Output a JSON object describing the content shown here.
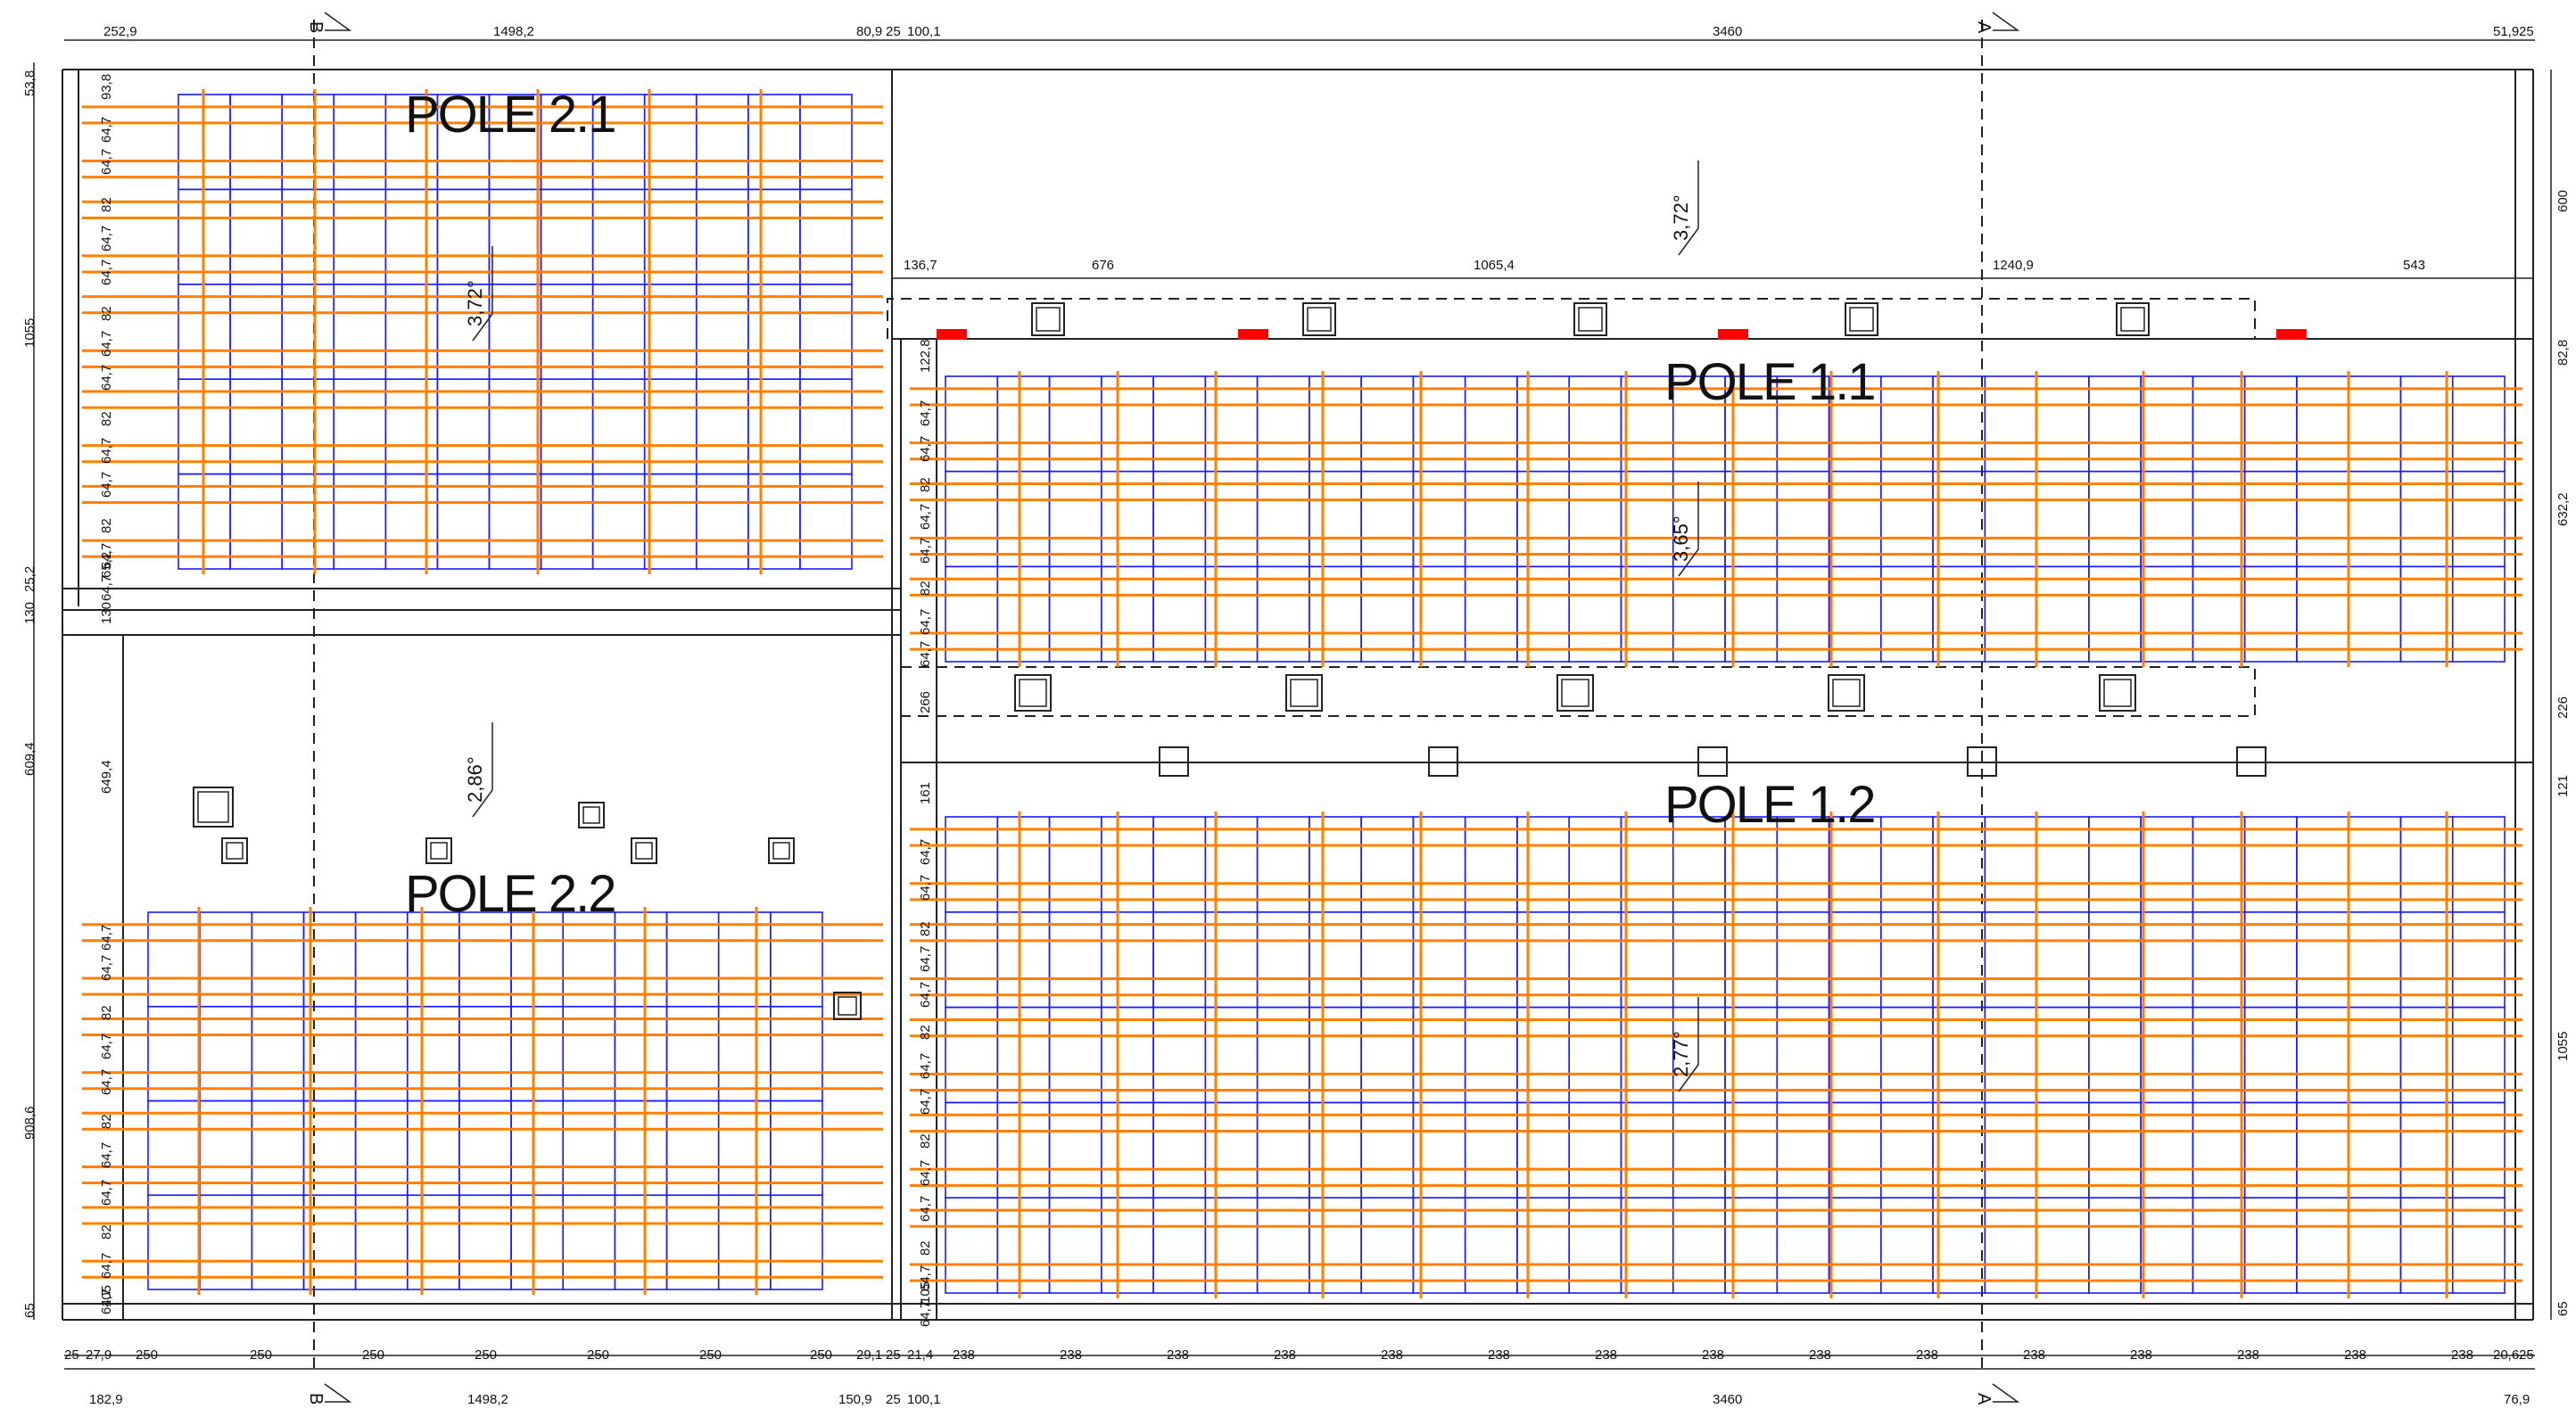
{
  "colors": {
    "line": "#222222",
    "rail": "#ff8000",
    "panel": "#1a1aff",
    "vent": "#ff0000",
    "background": "#ffffff"
  },
  "fields": [
    {
      "id": "2.1",
      "label": "POLE 2.1",
      "slope": "3,72°"
    },
    {
      "id": "1.1",
      "label": "POLE 1.1",
      "slope": "3,65°"
    },
    {
      "id": "1.2",
      "label": "POLE 1.2",
      "slope": "2,77°"
    },
    {
      "id": "2.2",
      "label": "POLE 2.2",
      "slope": "2,86°"
    }
  ],
  "roof_slope": "3,72°",
  "section_markers": {
    "a": "A",
    "b": "B"
  },
  "dims": {
    "top": [
      "252,9",
      "1498,2",
      "80,9",
      "25",
      "100,1",
      "3460",
      "51,9",
      "25"
    ],
    "bottom_total": [
      "182,9",
      "1498,2",
      "150,9",
      "25",
      "100,1",
      "3460",
      "76,9"
    ],
    "bottom_left": [
      "25",
      "27,9",
      "250",
      "250",
      "250",
      "250",
      "250",
      "250",
      "250",
      "29,1",
      "25",
      "21,4"
    ],
    "bottom_right": [
      "238",
      "238",
      "238",
      "238",
      "238",
      "238",
      "238",
      "238",
      "238",
      "238",
      "238",
      "238",
      "238",
      "238",
      "238",
      "20,6",
      "25"
    ],
    "mid": [
      "136,7",
      "676",
      "1065,4",
      "1240,9",
      "543"
    ],
    "left_outer": [
      "53,8",
      "1055",
      "25,2",
      "130",
      "609,4",
      "908,6",
      "65"
    ],
    "left_inner_top": [
      "93,8",
      "64,7",
      "64,7",
      "82",
      "64,7",
      "64,7",
      "82",
      "64,7",
      "64,7",
      "82",
      "64,7",
      "64,7",
      "82",
      "64,7",
      "64,7",
      "65,2",
      "130"
    ],
    "left_inner_bottom": [
      "649,4",
      "64,7",
      "64,7",
      "82",
      "64,7",
      "64,7",
      "82",
      "64,7",
      "64,7",
      "82",
      "64,7",
      "64,7",
      "105"
    ],
    "right_inner_top": [
      "122,8",
      "64,7",
      "64,7",
      "82",
      "64,7",
      "64,7",
      "82",
      "64,7",
      "64,7",
      "266",
      "161"
    ],
    "right_inner_bottom": [
      "64,7",
      "64,7",
      "82",
      "64,7",
      "64,7",
      "82",
      "64,7",
      "64,7",
      "82",
      "64,7",
      "64,7",
      "82",
      "64,7",
      "64,7",
      "105"
    ],
    "right_outer": [
      "600",
      "82,8",
      "632,2",
      "226",
      "121",
      "1055",
      "65"
    ]
  }
}
